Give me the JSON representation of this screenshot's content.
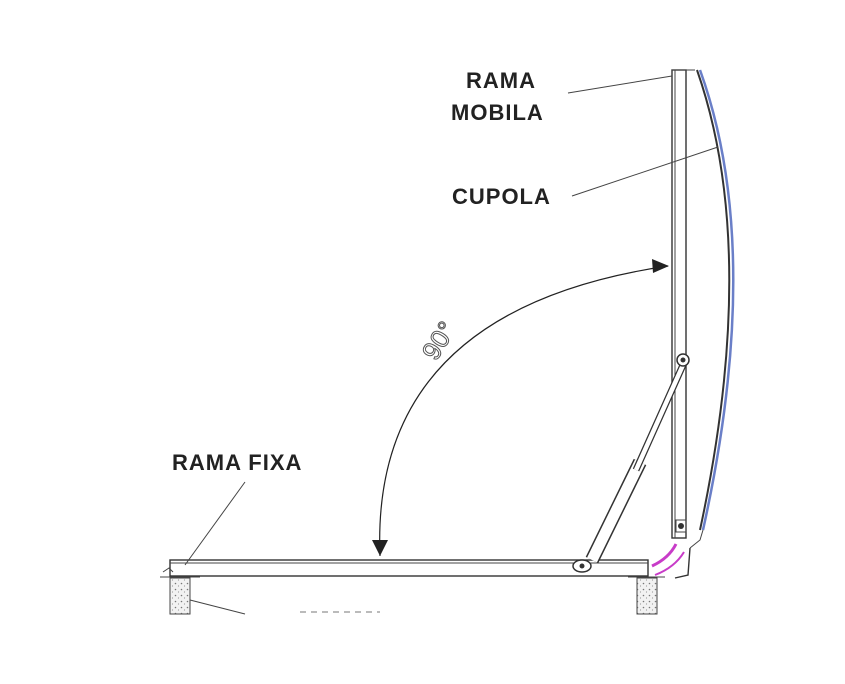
{
  "labels": {
    "rama_mobila_line1": "RAMA",
    "rama_mobila_line2": "MOBILA",
    "cupola": "CUPOLA",
    "rama_fixa": "RAMA FIXA",
    "angle": "90°"
  },
  "colors": {
    "cupola_edge": "#6a7fc8",
    "hinge": "#c83cc8",
    "ink": "#333333"
  }
}
